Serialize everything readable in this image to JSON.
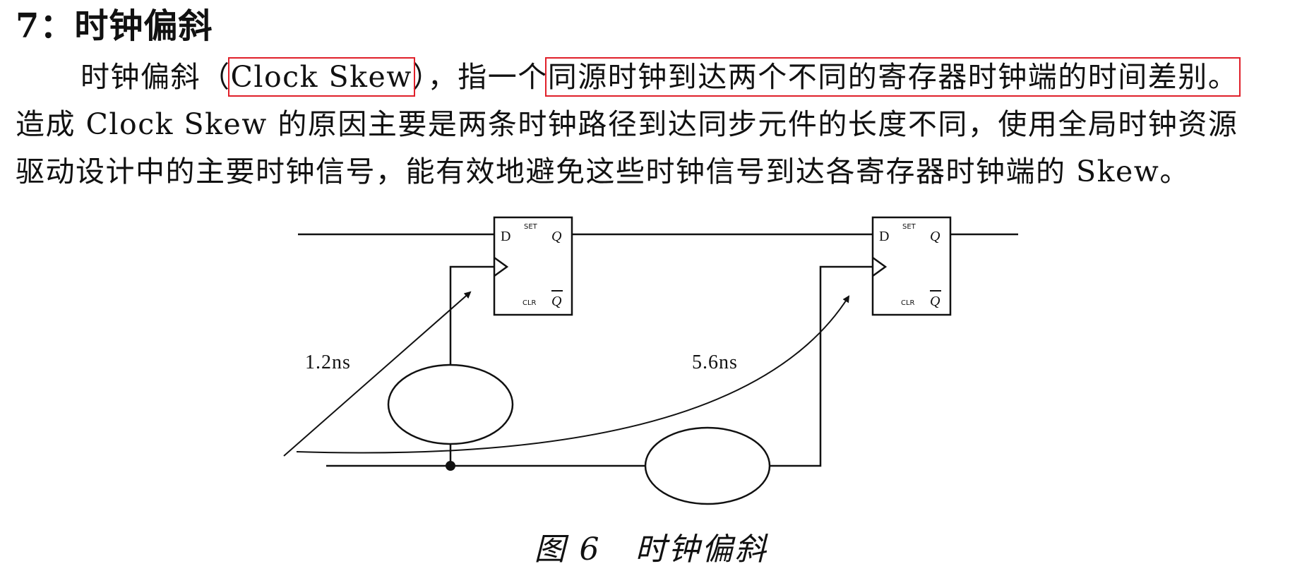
{
  "section": {
    "number": "7",
    "separator": "：",
    "title": "时钟偏斜"
  },
  "paragraph": {
    "line1_start": "时钟偏斜（",
    "term": "Clock Skew",
    "line1_mid": "），指一个",
    "definition": "同源时钟到达两个不同的寄存器时钟端的时间差别。",
    "line2": "造成 Clock Skew 的原因主要是两条时钟路径到达同步元件的长度不同，使用全局时钟资源",
    "line3": "驱动设计中的主要时钟信号，能有效地避免这些时钟信号到达各寄存器时钟端的 Skew。"
  },
  "highlight_color": "#e0202a",
  "figure": {
    "ff1": {
      "d": "D",
      "set": "SET",
      "q": "Q",
      "clr": "CLR",
      "qbar": "Q"
    },
    "ff2": {
      "d": "D",
      "set": "SET",
      "q": "Q",
      "clr": "CLR",
      "qbar": "Q"
    },
    "delay_left": "1.2ns",
    "delay_right": "5.6ns",
    "caption_num": "图 6",
    "caption_text": "时钟偏斜"
  }
}
